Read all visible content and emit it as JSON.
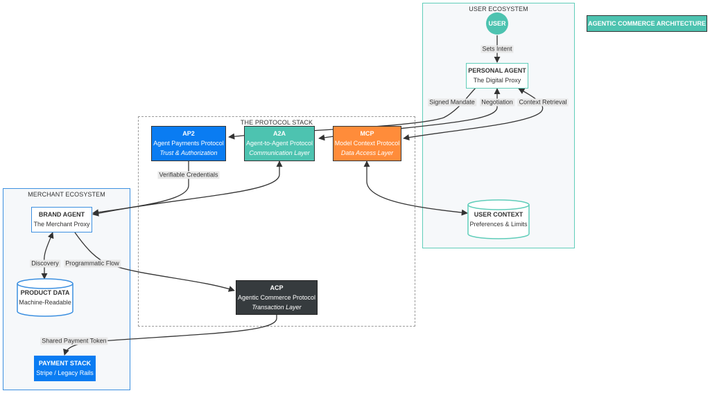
{
  "header": {
    "badge": "AGENTIC COMMERCE ARCHITECTURE"
  },
  "regions": {
    "user_ecosystem": "USER ECOSYSTEM",
    "protocol_stack": "THE PROTOCOL STACK",
    "merchant_ecosystem": "MERCHANT ECOSYSTEM"
  },
  "nodes": {
    "user": {
      "title": "USER"
    },
    "personal_agent": {
      "title": "PERSONAL AGENT",
      "subtitle": "The Digital Proxy"
    },
    "user_context": {
      "title": "USER CONTEXT",
      "subtitle": "Preferences & Limits"
    },
    "ap2": {
      "title": "AP2",
      "subtitle": "Agent Payments Protocol",
      "layer": "Trust & Authorization"
    },
    "a2a": {
      "title": "A2A",
      "subtitle": "Agent-to-Agent Protocol",
      "layer": "Communication Layer"
    },
    "mcp": {
      "title": "MCP",
      "subtitle": "Model Context Protocol",
      "layer": "Data Access Layer"
    },
    "acp": {
      "title": "ACP",
      "subtitle": "Agentic Commerce Protocol",
      "layer": "Transaction Layer"
    },
    "brand_agent": {
      "title": "BRAND AGENT",
      "subtitle": "The Merchant Proxy"
    },
    "product_data": {
      "title": "PRODUCT DATA",
      "subtitle": "Machine-Readable"
    },
    "payment_stack": {
      "title": "PAYMENT STACK",
      "subtitle": "Stripe / Legacy Rails"
    }
  },
  "edges": {
    "sets_intent": "Sets Intent",
    "signed_mandate": "Signed Mandate",
    "negotiation": "Negotiation",
    "context_retrieval": "Context Retrieval",
    "verifiable_credentials": "Verifiable Credentials",
    "discovery": "Discovery",
    "programmatic_flow": "Programmatic Flow",
    "shared_payment_token": "Shared Payment Token"
  },
  "colors": {
    "teal": "#4dc3b0",
    "blue": "#0a7cf2",
    "orange": "#ff8c3a",
    "dark": "#363b3e",
    "merchant_border": "#3b8fe0",
    "user_border": "#5fcdb9"
  }
}
